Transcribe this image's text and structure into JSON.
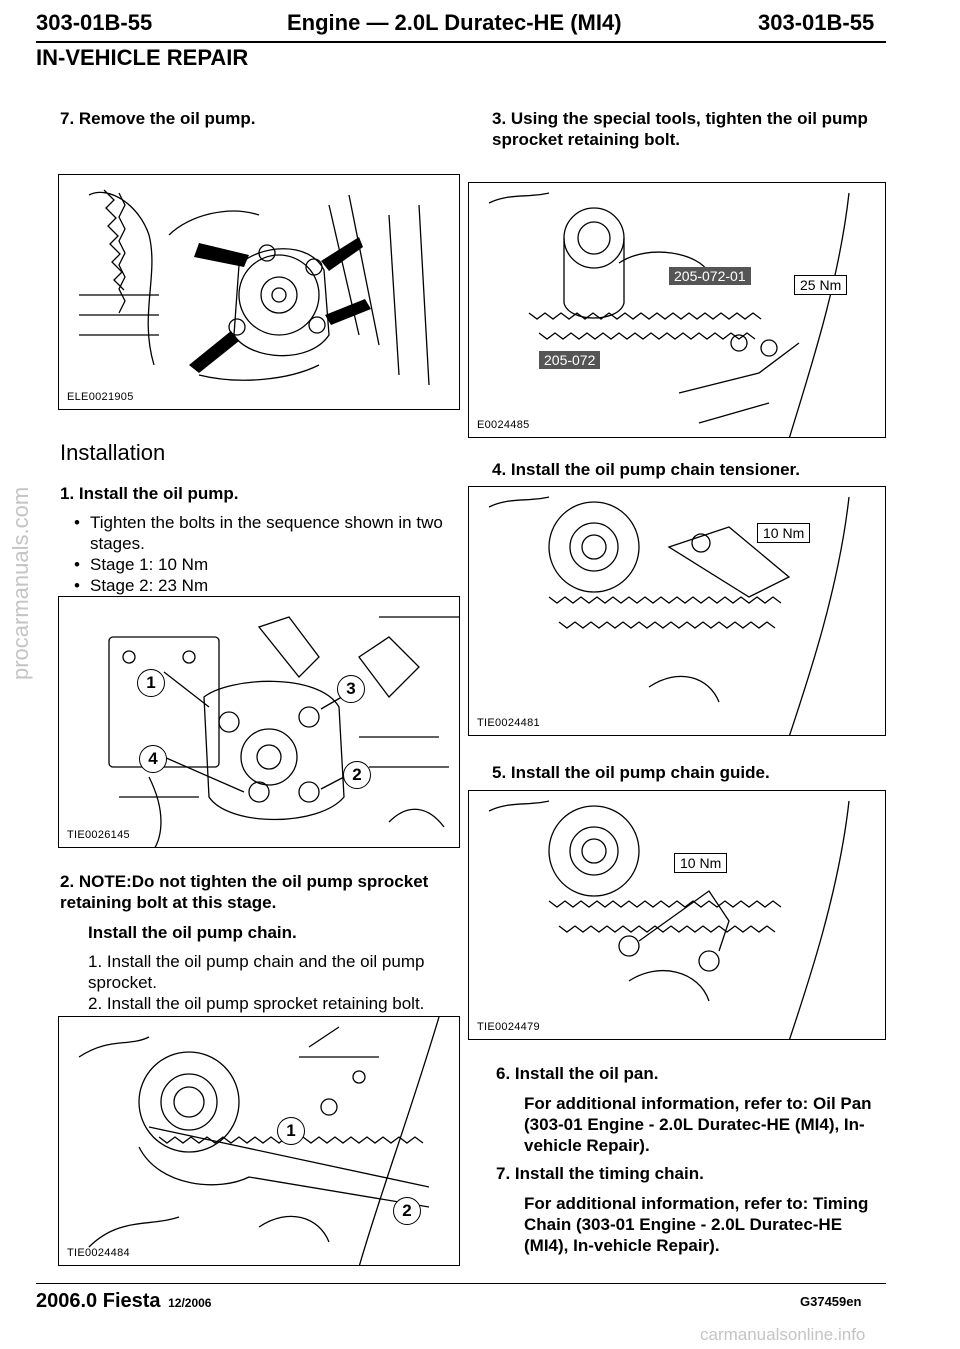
{
  "header": {
    "left_code": "303-01B-55",
    "title": "Engine — 2.0L Duratec-HE (MI4)",
    "right_code": "303-01B-55",
    "section": "IN-VEHICLE REPAIR"
  },
  "left": {
    "step7": "7. Remove the oil pump.",
    "fig1_id": "ELE0021905",
    "installation": "Installation",
    "step1": "1. Install the oil pump.",
    "bullets": [
      "Tighten the bolts in the sequence shown in two stages.",
      "Stage 1: 10 Nm",
      "Stage 2: 23 Nm"
    ],
    "fig2_id": "TIE0026145",
    "fig2_callouts": [
      "1",
      "3",
      "4",
      "2"
    ],
    "step2": "2. NOTE:Do not tighten the oil pump sprocket retaining bolt at this stage.",
    "step2_action": "Install the oil pump chain.",
    "sub1": "1. Install the oil pump chain and the oil pump sprocket.",
    "sub2": "2. Install the oil pump sprocket retaining bolt.",
    "fig3_id": "TIE0024484",
    "fig3_callouts": [
      "1",
      "2"
    ]
  },
  "right": {
    "step3": "3. Using the special tools, tighten the oil pump sprocket retaining bolt.",
    "fig4_tool1": "205-072-01",
    "fig4_tool2": "205-072",
    "fig4_torque": "25 Nm",
    "fig4_id": "E0024485",
    "step4": "4. Install the oil pump chain tensioner.",
    "fig5_torque": "10 Nm",
    "fig5_id": "TIE0024481",
    "step5": "5. Install the oil pump chain guide.",
    "fig6_torque": "10 Nm",
    "fig6_id": "TIE0024479",
    "step6": "6. Install the oil pan.",
    "step6_info": "For additional information, refer to: Oil Pan (303-01 Engine - 2.0L Duratec-HE (MI4), In-vehicle Repair).",
    "step7": "7. Install the timing chain.",
    "step7_info": "For additional information, refer to: Timing Chain (303-01 Engine - 2.0L Duratec-HE (MI4), In-vehicle Repair)."
  },
  "footer": {
    "model": "2006.0 Fiesta",
    "date": "12/2006",
    "code": "G37459en"
  },
  "watermark": "procarmanuals.com",
  "watermark_bottom": "carmanualsonline.info"
}
